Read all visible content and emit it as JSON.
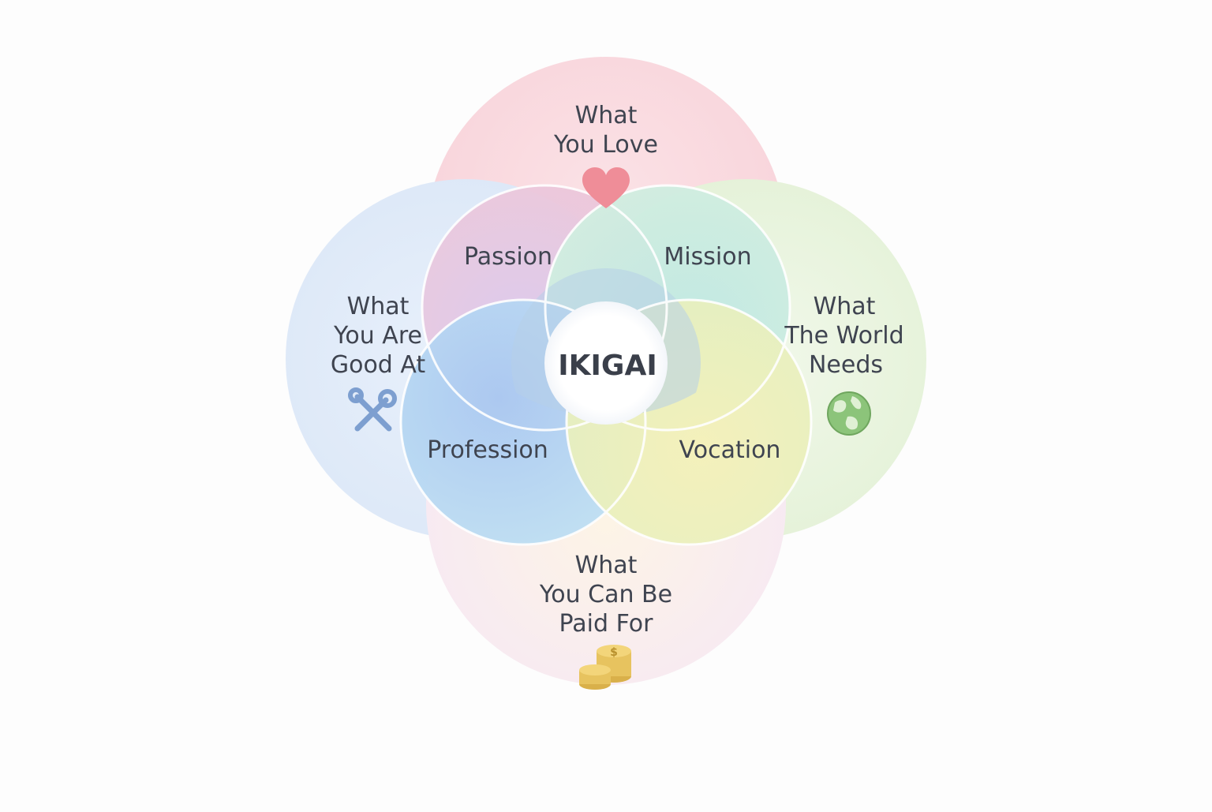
{
  "diagram": {
    "center": {
      "label": "IKIGAI"
    },
    "circles": {
      "love": {
        "lines": [
          "What",
          "You Love"
        ],
        "icon": "heart-icon",
        "color": "#f6c7cf"
      },
      "good": {
        "lines": [
          "What",
          "You Are",
          "Good At"
        ],
        "icon": "tools-icon",
        "color": "#c9dcf3"
      },
      "world": {
        "lines": [
          "What",
          "The World",
          "Needs"
        ],
        "icon": "globe-icon",
        "color": "#d7ecc8"
      },
      "paid": {
        "lines": [
          "What",
          "You Can Be",
          "Paid For"
        ],
        "icon": "coins-icon",
        "color": "#fbe6c4"
      }
    },
    "overlaps": {
      "passion": "Passion",
      "mission": "Mission",
      "profession": "Profession",
      "vocation": "Vocation"
    },
    "colors": {
      "text": "#3f4450",
      "heart": "#ef8d98",
      "tools": "#7d9fd0",
      "globe": "#7cb56c",
      "coins": "#e7c35f",
      "outline": "#ffffff"
    }
  }
}
